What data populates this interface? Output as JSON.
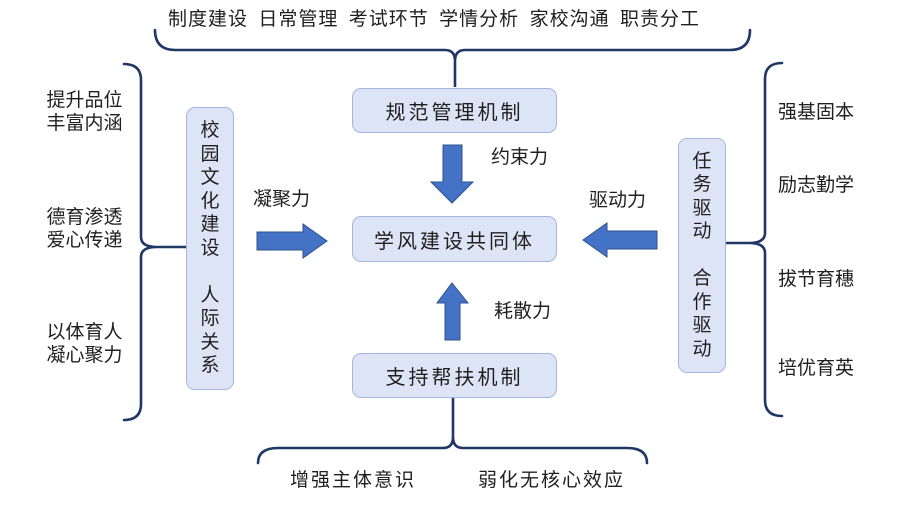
{
  "top_group": {
    "items": [
      "制度建设",
      "日常管理",
      "考试环节",
      "学情分析",
      "家校沟通",
      "职责分工"
    ]
  },
  "boxes": {
    "top": "规范管理机制",
    "center": "学风建设共同体",
    "bottom": "支持帮扶机制",
    "left_vertical": "校\n园\n文\n化\n建\n设\n\n人\n际\n关\n系",
    "right_vertical": "任\n务\n驱\n动\n\n合\n作\n驱\n动"
  },
  "forces": {
    "cohesion": "凝聚力",
    "constraint": "约束力",
    "drive": "驱动力",
    "dissipation": "耗散力"
  },
  "left_group": {
    "items": [
      "提升品位\n丰富内涵",
      "德育渗透\n爱心传递",
      "以体育人\n凝心聚力"
    ]
  },
  "right_group": {
    "items": [
      "强基固本",
      "励志勤学",
      "拔节育穗",
      "培优育英"
    ]
  },
  "bottom_group": {
    "items": [
      "增强主体意识",
      "弱化无核心效应"
    ]
  },
  "colors": {
    "arrow_fill": "#4472c4",
    "arrow_border": "#2f528f",
    "brace_stroke": "#1f3864",
    "box_fill": "#dde4f5",
    "box_border": "#a3b5e0",
    "text": "#1f1f1f"
  }
}
